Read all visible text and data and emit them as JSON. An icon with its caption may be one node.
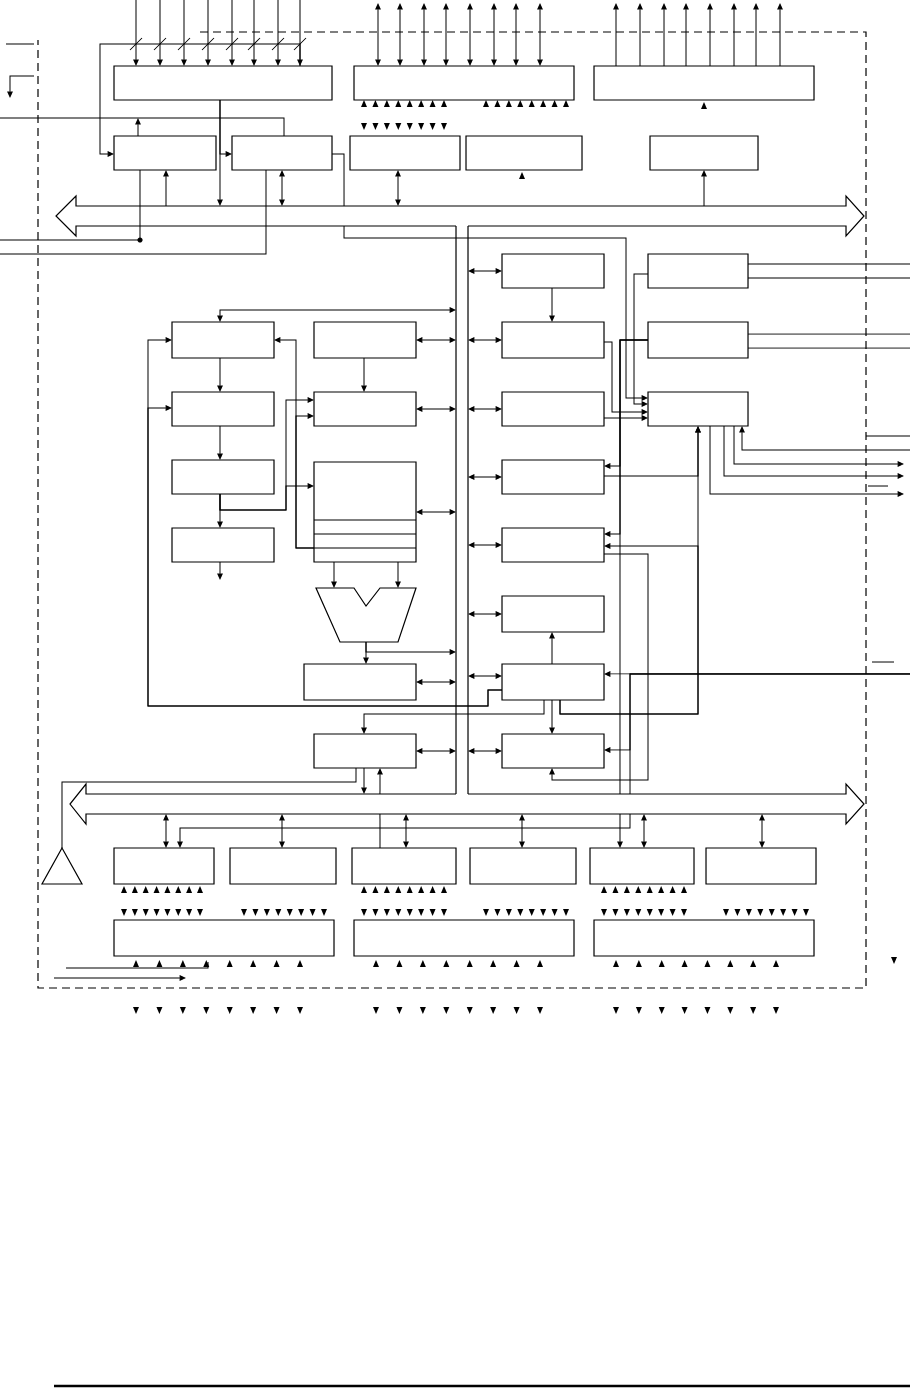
{
  "diagram": {
    "nodes": [
      {
        "text": [],
        "shape": "box"
      },
      {
        "text": [],
        "shape": "box"
      },
      {
        "text": [],
        "shape": "box"
      },
      {
        "text": [],
        "shape": "box"
      },
      {
        "text": [],
        "shape": "box"
      },
      {
        "text": [],
        "shape": "box"
      },
      {
        "text": [],
        "shape": "box"
      },
      {
        "text": [],
        "shape": "box"
      },
      {
        "text": [],
        "shape": "arrow"
      },
      {
        "text": [],
        "shape": "bar"
      },
      {
        "text": [],
        "shape": "box"
      },
      {
        "text": [],
        "shape": "box"
      },
      {
        "text": [],
        "shape": "box"
      },
      {
        "text": [],
        "shape": "box"
      },
      {
        "text": [],
        "shape": "box"
      },
      {
        "text": [],
        "shape": "box"
      },
      {
        "text": [],
        "shape": "box"
      },
      {
        "text": [],
        "shape": "box"
      },
      {
        "text": [],
        "shape": "box"
      },
      {
        "text": [],
        "shape": "box"
      },
      {
        "text": [],
        "shape": "box"
      },
      {
        "text": [],
        "shape": "box"
      },
      {
        "text": [],
        "shape": "box"
      },
      {
        "text": [],
        "shape": "box"
      },
      {
        "text": [],
        "shape": "box"
      },
      {
        "text": [],
        "shape": "trapezoid"
      },
      {
        "text": [],
        "shape": "box"
      },
      {
        "text": [],
        "shape": "box"
      },
      {
        "text": [],
        "shape": "box"
      },
      {
        "text": [],
        "shape": "box"
      },
      {
        "text": [],
        "shape": "box"
      },
      {
        "text": [],
        "shape": "arrow"
      },
      {
        "text": [],
        "shape": "triangle"
      },
      {
        "text": [],
        "shape": "box"
      },
      {
        "text": [],
        "shape": "box"
      },
      {
        "text": [],
        "shape": "box"
      },
      {
        "text": [],
        "shape": "box"
      },
      {
        "text": [],
        "shape": "box"
      },
      {
        "text": [],
        "shape": "box"
      },
      {
        "text": [],
        "shape": "box"
      },
      {
        "text": [],
        "shape": "box"
      },
      {
        "text": [],
        "shape": "box"
      }
    ],
    "edges": [
      {
        "from": null,
        "to": 0,
        "arrow": "to"
      },
      {
        "from": null,
        "to": 0,
        "arrow": "to"
      },
      {
        "from": null,
        "to": 0,
        "arrow": "to"
      },
      {
        "from": null,
        "to": 0,
        "arrow": "to"
      },
      {
        "from": null,
        "to": 0,
        "arrow": "to"
      },
      {
        "from": null,
        "to": 0,
        "arrow": "to"
      },
      {
        "from": null,
        "to": 0,
        "arrow": "to"
      },
      {
        "from": null,
        "to": 0,
        "arrow": "to"
      },
      {
        "from": null,
        "to": 1,
        "arrow": "both"
      },
      {
        "from": null,
        "to": 1,
        "arrow": "both"
      },
      {
        "from": null,
        "to": 1,
        "arrow": "both"
      },
      {
        "from": null,
        "to": 1,
        "arrow": "both"
      },
      {
        "from": null,
        "to": 1,
        "arrow": "both"
      },
      {
        "from": null,
        "to": 1,
        "arrow": "both"
      },
      {
        "from": null,
        "to": 1,
        "arrow": "both"
      },
      {
        "from": null,
        "to": 1,
        "arrow": "both"
      },
      {
        "from": 2,
        "to": null,
        "arrow": "to"
      },
      {
        "from": 2,
        "to": null,
        "arrow": "to"
      },
      {
        "from": 2,
        "to": null,
        "arrow": "to"
      },
      {
        "from": 2,
        "to": null,
        "arrow": "to"
      },
      {
        "from": 2,
        "to": null,
        "arrow": "to"
      },
      {
        "from": 2,
        "to": null,
        "arrow": "to"
      },
      {
        "from": 2,
        "to": null,
        "arrow": "to"
      },
      {
        "from": 2,
        "to": null,
        "arrow": "to"
      },
      {
        "from": 0,
        "to": 3,
        "arrow": "to"
      },
      {
        "from": 3,
        "to": null,
        "arrow": "to"
      },
      {
        "from": null,
        "to": 4,
        "arrow": "none"
      },
      {
        "from": null,
        "to": 3,
        "arrow": "none"
      },
      {
        "from": null,
        "to": 4,
        "arrow": "none"
      },
      {
        "from": 0,
        "to": 8,
        "arrow": "to"
      },
      {
        "from": 0,
        "to": 4,
        "arrow": "to"
      },
      {
        "from": 8,
        "to": 3,
        "arrow": "to"
      },
      {
        "from": 4,
        "to": 8,
        "arrow": "both"
      },
      {
        "from": 5,
        "to": 8,
        "arrow": "both"
      },
      {
        "from": 8,
        "to": 7,
        "arrow": "to"
      },
      {
        "from": 4,
        "to": 8,
        "arrow": "none"
      },
      {
        "from": 11,
        "to": null,
        "arrow": "none"
      },
      {
        "from": 11,
        "to": null,
        "arrow": "none"
      },
      {
        "from": 9,
        "to": 10,
        "arrow": "both"
      },
      {
        "from": 10,
        "to": 14,
        "arrow": "to"
      },
      {
        "from": 11,
        "to": 19,
        "arrow": "to"
      },
      {
        "from": 12,
        "to": 9,
        "arrow": "both"
      },
      {
        "from": 13,
        "to": 9,
        "arrow": "both"
      },
      {
        "from": 9,
        "to": 14,
        "arrow": "both"
      },
      {
        "from": 15,
        "to": null,
        "arrow": "none"
      },
      {
        "from": 15,
        "to": null,
        "arrow": "none"
      },
      {
        "from": 12,
        "to": 16,
        "arrow": "to"
      },
      {
        "from": 13,
        "to": 17,
        "arrow": "to"
      },
      {
        "from": 14,
        "to": 19,
        "arrow": "to"
      },
      {
        "from": 15,
        "to": 22,
        "arrow": "to"
      },
      {
        "from": 15,
        "to": 24,
        "arrow": "to"
      },
      {
        "from": 15,
        "to": 31,
        "arrow": "none"
      },
      {
        "from": 17,
        "to": 9,
        "arrow": "both"
      },
      {
        "from": 9,
        "to": 18,
        "arrow": "both"
      },
      {
        "from": 18,
        "to": 19,
        "arrow": "to"
      },
      {
        "from": null,
        "to": 19,
        "arrow": "to"
      },
      {
        "from": 19,
        "to": null,
        "arrow": "to"
      },
      {
        "from": 19,
        "to": null,
        "arrow": "to"
      },
      {
        "from": 19,
        "to": null,
        "arrow": "to"
      },
      {
        "from": 16,
        "to": 20,
        "arrow": "to"
      },
      {
        "from": 20,
        "to": 23,
        "arrow": "to"
      },
      {
        "from": 20,
        "to": 17,
        "arrow": "to"
      },
      {
        "from": 20,
        "to": 21,
        "arrow": "to"
      },
      {
        "from": 21,
        "to": 12,
        "arrow": "to"
      },
      {
        "from": 21,
        "to": 17,
        "arrow": "to"
      },
      {
        "from": 21,
        "to": 9,
        "arrow": "both"
      },
      {
        "from": 9,
        "to": 22,
        "arrow": "both"
      },
      {
        "from": 22,
        "to": 19,
        "arrow": "to"
      },
      {
        "from": 23,
        "to": null,
        "arrow": "to"
      },
      {
        "from": 9,
        "to": 24,
        "arrow": "both"
      },
      {
        "from": 24,
        "to": 30,
        "arrow": "to"
      },
      {
        "from": 21,
        "to": 25,
        "arrow": "to"
      },
      {
        "from": 21,
        "to": 25,
        "arrow": "to"
      },
      {
        "from": 25,
        "to": 27,
        "arrow": "to"
      },
      {
        "from": 25,
        "to": 9,
        "arrow": "to"
      },
      {
        "from": 9,
        "to": 26,
        "arrow": "both"
      },
      {
        "from": 28,
        "to": 26,
        "arrow": "to"
      },
      {
        "from": 27,
        "to": 9,
        "arrow": "both"
      },
      {
        "from": 9,
        "to": 28,
        "arrow": "both"
      },
      {
        "from": null,
        "to": 28,
        "arrow": "to"
      },
      {
        "from": null,
        "to": 30,
        "arrow": "to"
      },
      {
        "from": null,
        "to": 31,
        "arrow": "none"
      },
      {
        "from": 28,
        "to": 12,
        "arrow": "to"
      },
      {
        "from": 28,
        "to": 16,
        "arrow": "to"
      },
      {
        "from": 28,
        "to": 30,
        "arrow": "to"
      },
      {
        "from": 28,
        "to": 19,
        "arrow": "to"
      },
      {
        "from": 28,
        "to": 24,
        "arrow": "to"
      },
      {
        "from": 28,
        "to": 29,
        "arrow": "to"
      },
      {
        "from": 29,
        "to": 9,
        "arrow": "both"
      },
      {
        "from": 9,
        "to": 30,
        "arrow": "both"
      },
      {
        "from": 29,
        "to": 31,
        "arrow": "to"
      },
      {
        "from": 29,
        "to": 32,
        "arrow": "none"
      },
      {
        "from": 35,
        "to": 31,
        "arrow": "none"
      },
      {
        "from": 31,
        "to": 33,
        "arrow": "both"
      },
      {
        "from": 31,
        "to": 34,
        "arrow": "both"
      },
      {
        "from": 31,
        "to": 35,
        "arrow": "both"
      },
      {
        "from": 31,
        "to": 36,
        "arrow": "both"
      },
      {
        "from": 31,
        "to": 37,
        "arrow": "both"
      },
      {
        "from": 31,
        "to": 38,
        "arrow": "both"
      },
      {
        "from": 8,
        "to": 19,
        "arrow": "to"
      },
      {
        "from": 31,
        "to": 37,
        "arrow": "to"
      },
      {
        "from": 31,
        "to": 29,
        "arrow": "to"
      },
      {
        "from": 31,
        "to": 33,
        "arrow": "to"
      }
    ]
  }
}
